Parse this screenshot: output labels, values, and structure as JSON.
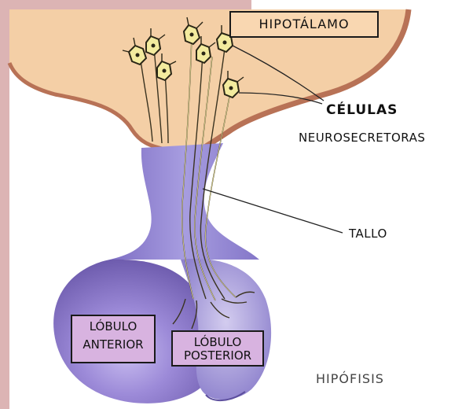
{
  "labels": {
    "hipotalamo": "HIPOTÁLAMO",
    "celulas": "CÉLULAS",
    "neurosecretoras": "NEUROSECRETORAS",
    "tallo": "TALLO",
    "lobulo_anterior_line1": "LÓBULO",
    "lobulo_anterior_line2": "ANTERIOR",
    "lobulo_posterior_line1": "LÓBULO",
    "lobulo_posterior_line2": "POSTERIOR",
    "hipofisis": "HIPÓFISIS"
  },
  "colors": {
    "hypothalamus_fill": "#f4cfa6",
    "hypothalamus_edge": "#b87256",
    "gland_fill": "#9c8ad8",
    "gland_shadow": "#6e5cae",
    "neuron_fill": "#f3eb9e",
    "label_box_fill": "#d8b3e0",
    "hipotalamo_box_fill": "#f9d7b1",
    "side_band": "#dcb4b4"
  }
}
